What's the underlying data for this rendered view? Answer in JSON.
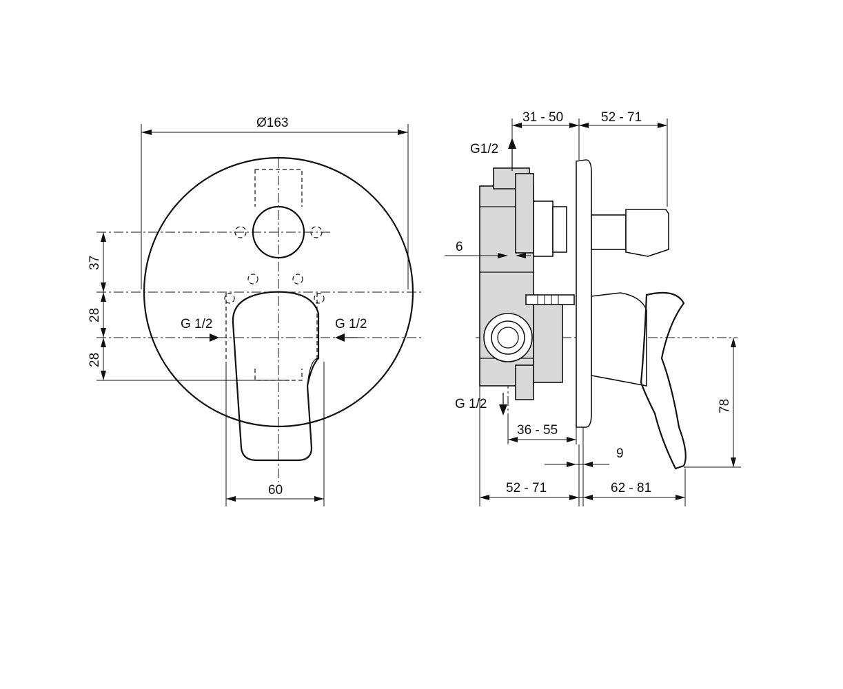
{
  "front_view": {
    "diameter_label": "Ø163",
    "dim_upper": "37",
    "dim_middle": "28",
    "dim_lower": "28",
    "lever_width": "60",
    "inlet_left": "G 1/2",
    "inlet_right": "G 1/2"
  },
  "side_view": {
    "outlet_top": "G1/2",
    "outlet_bottom": "G 1/2",
    "depth_top_left": "31 - 50",
    "depth_top_right": "52 - 71",
    "wall_offset": "6",
    "depth_lower": "36 - 55",
    "plate_thickness": "9",
    "depth_bottom_left": "52 - 71",
    "depth_bottom_right": "62 - 81",
    "lever_height": "78"
  },
  "colors": {
    "line": "#111111",
    "body_fill": "#d9d9d9"
  }
}
